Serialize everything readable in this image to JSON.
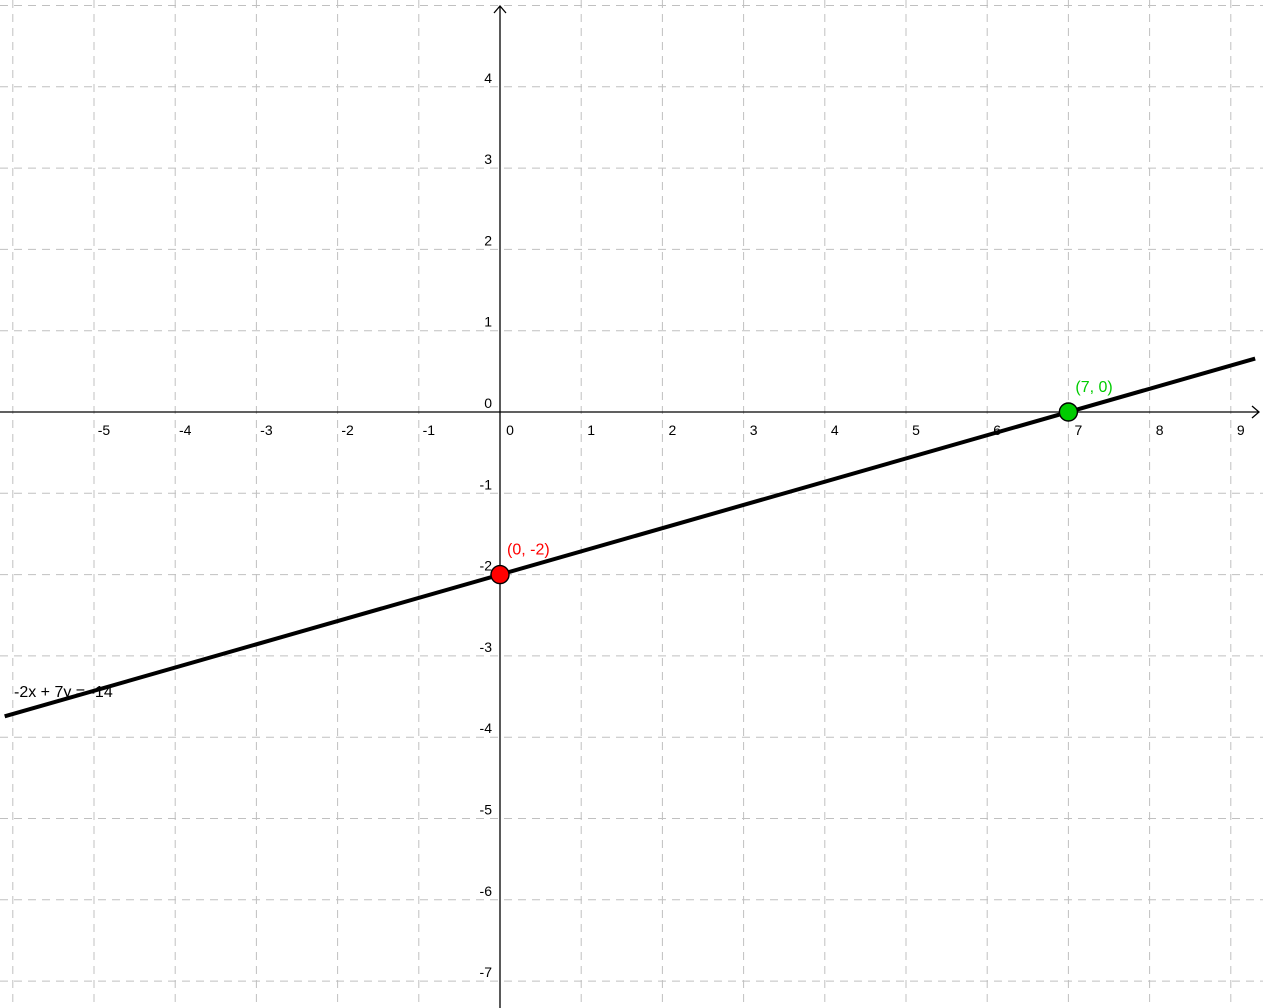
{
  "chart_data": {
    "type": "line",
    "title": "",
    "xlabel": "",
    "ylabel": "",
    "xlim": [
      -6.1,
      9.3
    ],
    "ylim": [
      -7.4,
      5.0
    ],
    "grid": true,
    "x_ticks": [
      -5,
      -4,
      -3,
      -2,
      -1,
      0,
      1,
      2,
      3,
      4,
      5,
      6,
      7,
      8,
      9
    ],
    "y_ticks": [
      -7,
      -6,
      -5,
      -4,
      -3,
      -2,
      -1,
      0,
      1,
      2,
      3,
      4
    ],
    "series": [
      {
        "label": "-2x + 7y = -14",
        "color": "#000000",
        "x": [
          -6.1,
          9.3
        ],
        "y": [
          -3.743,
          0.657
        ]
      }
    ],
    "points": [
      {
        "label": "(0, -2)",
        "x": 0,
        "y": -2,
        "color": "#ff0000"
      },
      {
        "label": "(7, 0)",
        "x": 7,
        "y": 0,
        "color": "#00cc00"
      }
    ]
  }
}
